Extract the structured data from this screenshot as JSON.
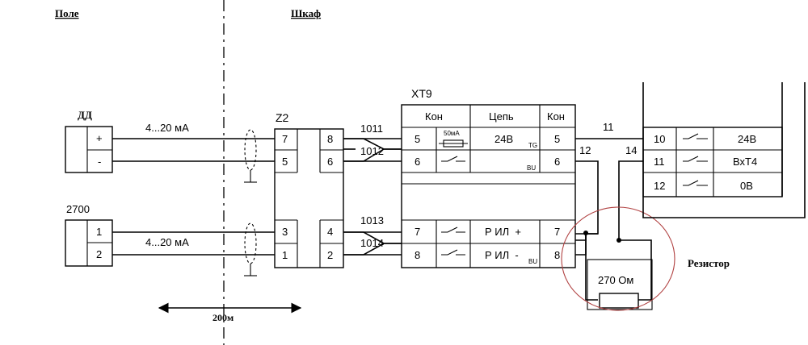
{
  "zones": {
    "field": "Поле",
    "cabinet": "Шкаф"
  },
  "sensor_dd": {
    "label": "ДД",
    "plus": "+",
    "minus": "-"
  },
  "sensor_2700": {
    "label": "2700",
    "term1": "1",
    "term2": "2"
  },
  "signals": {
    "range_top": "4...20 мА",
    "range_bottom": "4...20 мА"
  },
  "distance": "200м",
  "z2": {
    "label": "Z2",
    "t7": "7",
    "t8": "8",
    "t5": "5",
    "t6": "6",
    "t3": "3",
    "t4": "4",
    "t1": "1",
    "t2": "2"
  },
  "wires": {
    "w1011": "1011",
    "w1012": "1012",
    "w1013": "1013",
    "w1014": "1014",
    "w11": "11",
    "w12": "12",
    "w14": "14"
  },
  "xt9": {
    "label": "XT9",
    "head_left": "Кон",
    "head_mid": "Цепь",
    "head_right": "Кон",
    "r1_left": "5",
    "r1_fuse": "50мА",
    "r1_circ": "24В",
    "r1_tag": "TG",
    "r1_right": "5",
    "r2_left": "6",
    "r2_tag": "BU",
    "r2_right": "6",
    "r3_left": "7",
    "r3_circ": "Р ИЛ  +",
    "r3_right": "7",
    "r4_left": "8",
    "r4_circ": "Р ИЛ  -",
    "r4_tag": "BU",
    "r4_right": "8"
  },
  "right_block": {
    "r1_num": "10",
    "r1_val": "24В",
    "r2_num": "11",
    "r2_val": "ВхТ4",
    "r3_num": "12",
    "r3_val": "0В"
  },
  "resistor": {
    "value": "270 Ом",
    "caption": "Резистор",
    "caption_color": "#8b1a1a",
    "ring_color": "#b04040"
  }
}
